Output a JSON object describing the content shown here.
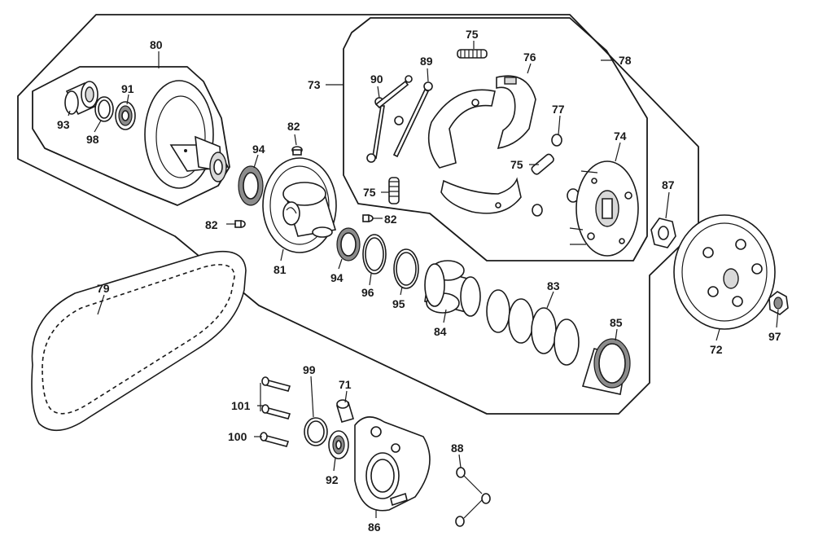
{
  "labels": {
    "l80": "80",
    "l91": "91",
    "l93": "93",
    "l98": "98",
    "l94a": "94",
    "l82a": "82",
    "l82b": "82",
    "l82c": "82",
    "l81": "81",
    "l94b": "94",
    "l96": "96",
    "l95": "95",
    "l73": "73",
    "l90": "90",
    "l89": "89",
    "l75a": "75",
    "l76": "76",
    "l78": "78",
    "l77": "77",
    "l74": "74",
    "l75b": "75",
    "l75c": "75",
    "l87": "87",
    "l84": "84",
    "l83": "83",
    "l85": "85",
    "l72": "72",
    "l97": "97",
    "l79": "79",
    "l99": "99",
    "l71": "71",
    "l101": "101",
    "l100": "100",
    "l92": "92",
    "l86": "86",
    "l88": "88"
  }
}
